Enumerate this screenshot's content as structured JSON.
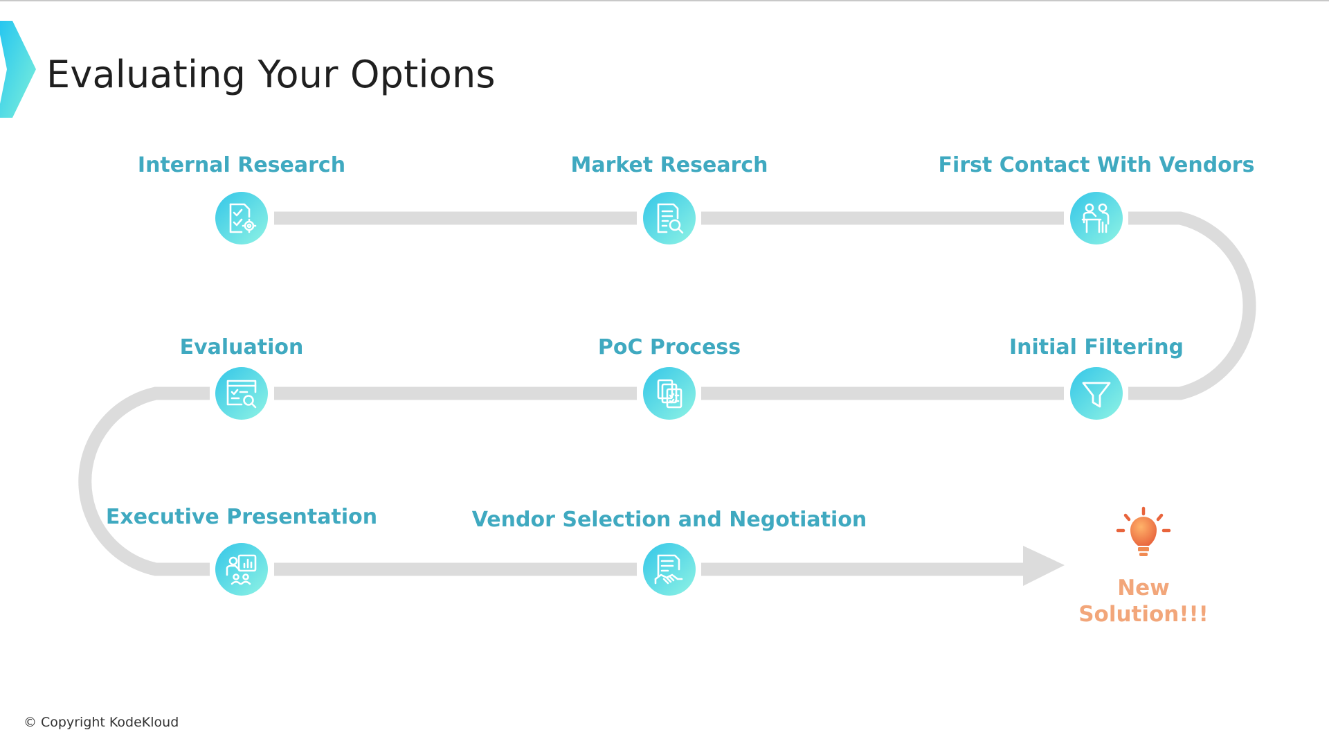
{
  "title": "Evaluating Your Options",
  "colors": {
    "accent_teal": "#3fa9c0",
    "icon_gradient_start": "#34c6e8",
    "icon_gradient_end": "#8ff3e4",
    "path_gray": "#dcdcdc",
    "outcome_orange": "#f2a67a"
  },
  "steps": [
    {
      "label": "Internal Research",
      "icon": "document-gear-icon"
    },
    {
      "label": "Market Research",
      "icon": "document-search-icon"
    },
    {
      "label": "First Contact With Vendors",
      "icon": "meeting-icon"
    },
    {
      "label": "Initial Filtering",
      "icon": "filter-icon"
    },
    {
      "label": "PoC Process",
      "icon": "documents-checklist-icon"
    },
    {
      "label": "Evaluation",
      "icon": "browser-search-icon"
    },
    {
      "label": "Executive Presentation",
      "icon": "presenter-chart-icon"
    },
    {
      "label": "Vendor Selection and Negotiation",
      "icon": "contract-handshake-icon"
    }
  ],
  "outcome": {
    "line1": "New",
    "line2": "Solution!!!",
    "icon": "lightbulb-icon"
  },
  "footer": {
    "copyright": "© Copyright KodeKloud"
  }
}
